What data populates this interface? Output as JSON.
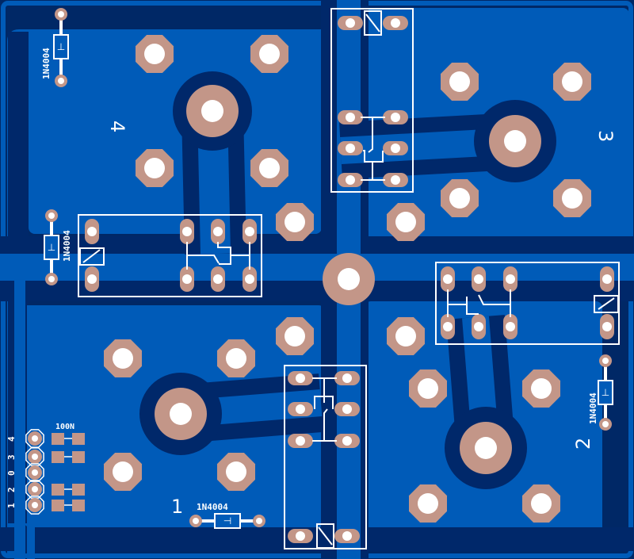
{
  "colors": {
    "background": "#002866",
    "copper_pour": "#005bb8",
    "trace_clearance": "#00286a",
    "pad": "#c39688",
    "drill": "#ffffff",
    "silkscreen": "#ffffff"
  },
  "channel_labels": [
    {
      "id": "1",
      "text": "1"
    },
    {
      "id": "2",
      "text": "2"
    },
    {
      "id": "3",
      "text": "3"
    },
    {
      "id": "4",
      "text": "4"
    }
  ],
  "diodes": [
    {
      "id": "D1",
      "part": "1N4004"
    },
    {
      "id": "D2",
      "part": "1N4004"
    },
    {
      "id": "D3",
      "part": "1N4004"
    },
    {
      "id": "D4",
      "part": "1N4004"
    }
  ],
  "relays": [
    {
      "id": "K1"
    },
    {
      "id": "K2"
    },
    {
      "id": "K3"
    },
    {
      "id": "K4"
    }
  ],
  "connector": {
    "pins": [
      "4",
      "3",
      "0",
      "2",
      "1"
    ],
    "capacitor_value": "100N"
  }
}
